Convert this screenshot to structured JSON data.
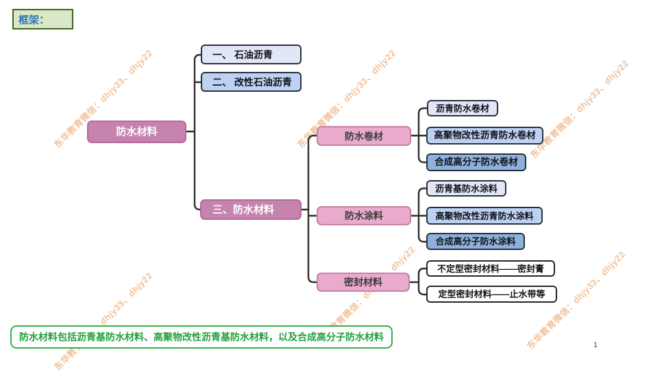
{
  "frame": {
    "label": "框架："
  },
  "watermark": {
    "text": "东华教育微信：dhjy33、dhjy22"
  },
  "tree": {
    "root": "防水材料",
    "level1": [
      "一、 石油沥青",
      "二、 改性石油沥青",
      "三、防水材料"
    ],
    "level2": [
      "防水卷材",
      "防水涂料",
      "密封材料"
    ],
    "membranes": [
      "沥青防水卷材",
      "高聚物改性沥青防水卷材",
      "合成高分子防水卷材"
    ],
    "coatings": [
      "沥青基防水涂料",
      "高聚物改性沥青防水涂料",
      "合成高分子防水涂料"
    ],
    "sealants": [
      "不定型密封材料——密封膏",
      "定型密封材料——止水带等"
    ]
  },
  "footer": {
    "note": "防水材料包括沥青基防水材料、高聚物改性沥青基防水材料，以及合成高分子防水材料",
    "page_number": "1"
  },
  "colors": {
    "accent_pink": "#c583ad",
    "pink_light": "#e9aacb",
    "blue_light": "#e2e7f8",
    "blue_mid": "#bdd2f2",
    "blue_deep": "#8db0dc",
    "green_border": "#2fb347",
    "frame_green_bg": "#d9e8c6",
    "watermark_orange": "#e79856"
  }
}
